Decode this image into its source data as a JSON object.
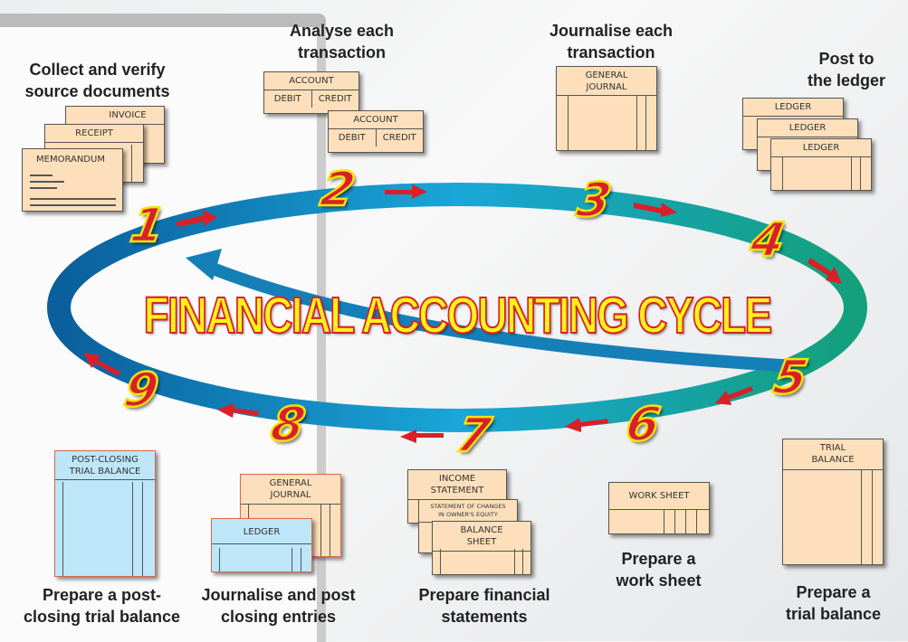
{
  "title": "FINANCIAL ACCOUNTING CYCLE",
  "colors": {
    "ring_start": "#0a5f9c",
    "ring_mid": "#1aa6d8",
    "ring_end": "#13a07a",
    "arrow": "#d8202a",
    "number_outline": "#f5e10a",
    "doc_fill": "#fde0bb",
    "doc_blue": "#bde6f8"
  },
  "steps": [
    {
      "number": "1",
      "caption": "Collect and verify\nsource documents",
      "docs": [
        "INVOICE",
        "RECEIPT",
        "MEMORANDUM"
      ]
    },
    {
      "number": "2",
      "caption": "Analyse each\ntransaction",
      "docs": [
        {
          "title": "ACCOUNT",
          "debit": "DEBIT",
          "credit": "CREDIT"
        },
        {
          "title": "ACCOUNT",
          "debit": "DEBIT",
          "credit": "CREDIT"
        }
      ]
    },
    {
      "number": "3",
      "caption": "Journalise each\ntransaction",
      "docs": [
        "GENERAL\nJOURNAL"
      ]
    },
    {
      "number": "4",
      "caption": "Post to\nthe ledger",
      "docs": [
        "LEDGER",
        "LEDGER",
        "LEDGER"
      ]
    },
    {
      "number": "5",
      "caption": "Prepare a\ntrial balance",
      "docs": [
        "TRIAL\nBALANCE"
      ]
    },
    {
      "number": "6",
      "caption": "Prepare a\nwork sheet",
      "docs": [
        "WORK SHEET"
      ]
    },
    {
      "number": "7",
      "caption": "Prepare financial\nstatements",
      "docs": [
        "INCOME\nSTATEMENT",
        "STATEMENT OF CHANGES\nIN OWNER'S EQUITY",
        "BALANCE\nSHEET"
      ]
    },
    {
      "number": "8",
      "caption": "Journalise and post\nclosing entries",
      "docs": [
        "GENERAL\nJOURNAL",
        "LEDGER"
      ]
    },
    {
      "number": "9",
      "caption": "Prepare a post-\nclosing trial balance",
      "docs": [
        "POST-CLOSING\nTRIAL BALANCE"
      ]
    }
  ]
}
